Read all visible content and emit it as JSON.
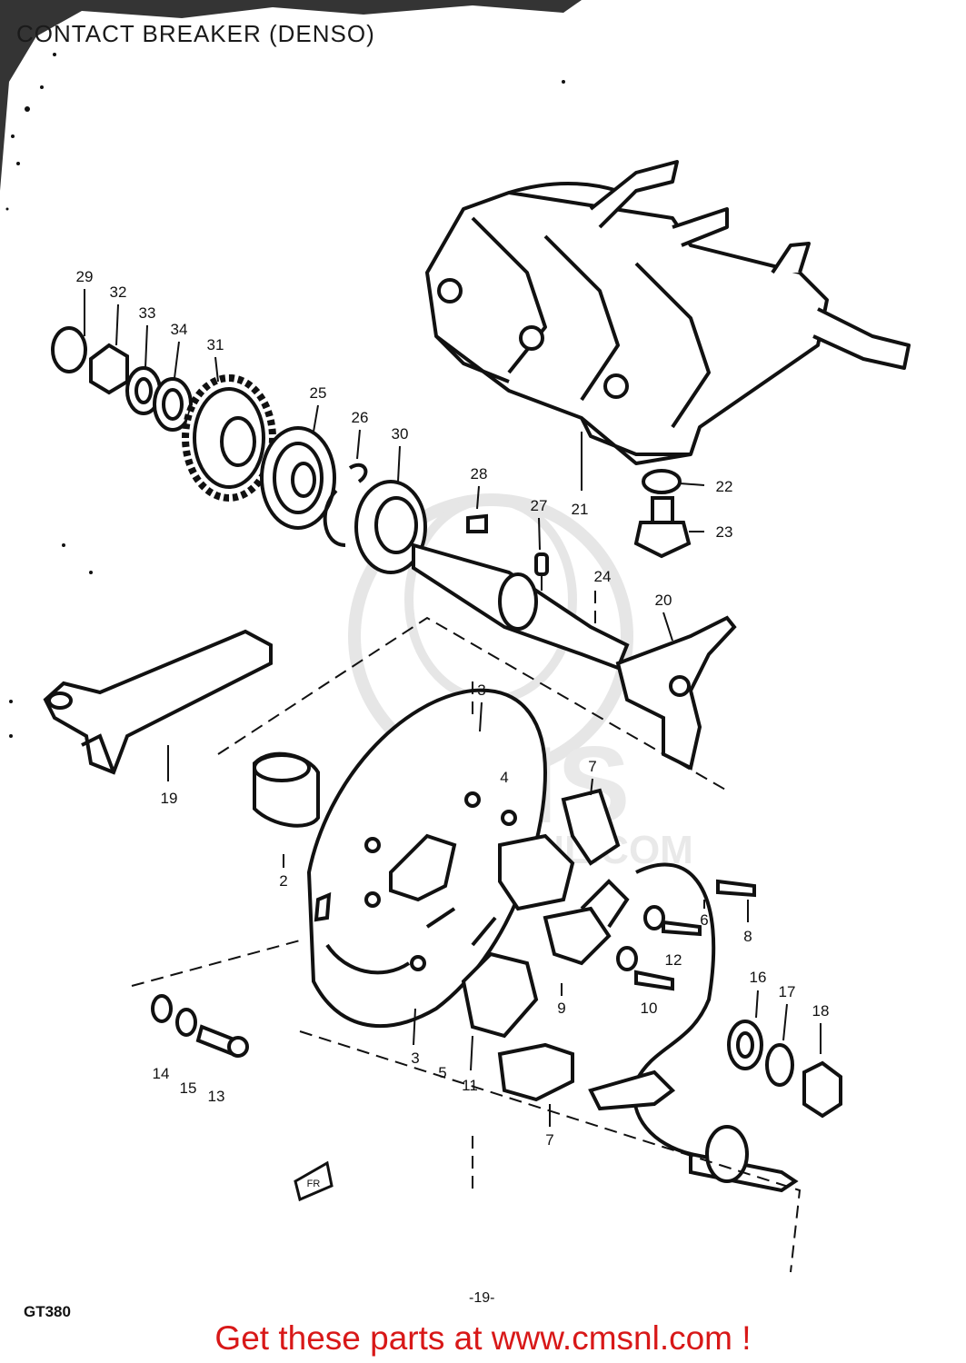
{
  "diagram": {
    "title": "CONTACT BREAKER (DENSO)",
    "model": "GT380",
    "page_number": "-19-",
    "watermark": "CMS",
    "watermark_url": "WWW.CMSNL.COM",
    "fr_mark": "FR"
  },
  "callouts": [
    "29",
    "32",
    "33",
    "34",
    "31",
    "25",
    "26",
    "30",
    "28",
    "27",
    "24",
    "20",
    "21",
    "22",
    "23",
    "19",
    "3",
    "7",
    "4",
    "2",
    "6",
    "8",
    "12",
    "10",
    "16",
    "17",
    "18",
    "9",
    "14",
    "15",
    "13",
    "11",
    "5",
    "3",
    "7"
  ],
  "footer": {
    "link_text": "Get these parts at www.cmsnl.com !",
    "link_color": "#d81818"
  }
}
